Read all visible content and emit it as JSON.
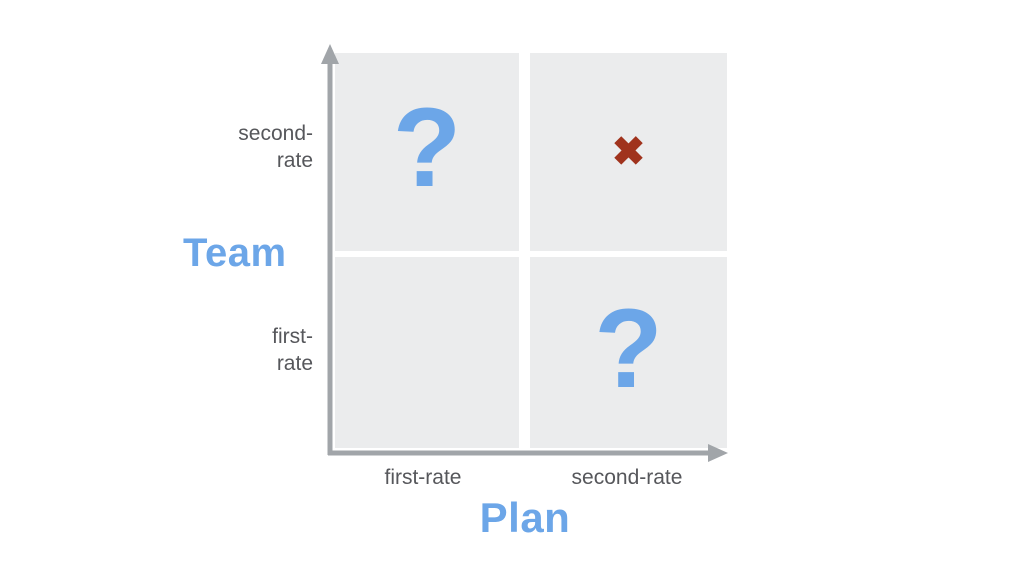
{
  "diagram": {
    "type": "2x2-matrix",
    "y_axis": {
      "title": "Team",
      "top_label_line1": "second-",
      "top_label_line2": "rate",
      "bottom_label_line1": "first-",
      "bottom_label_line2": "rate"
    },
    "x_axis": {
      "title": "Plan",
      "left_label": "first-rate",
      "right_label": "second-rate"
    },
    "quadrants": {
      "top_left": {
        "position": "second-rate team / first-rate plan",
        "symbol": "?"
      },
      "top_right": {
        "position": "second-rate team / second-rate plan",
        "symbol": "✖"
      },
      "bottom_left": {
        "position": "first-rate team / first-rate plan",
        "symbol": ""
      },
      "bottom_right": {
        "position": "first-rate team / second-rate plan",
        "symbol": "?"
      }
    },
    "colors": {
      "quadrant_fill": "#ebeced",
      "axis_gray": "#a1a5a9",
      "label_gray": "#56575b",
      "accent_blue": "#6ca6e8",
      "accent_red": "#a0331d",
      "background": "#ffffff"
    }
  }
}
